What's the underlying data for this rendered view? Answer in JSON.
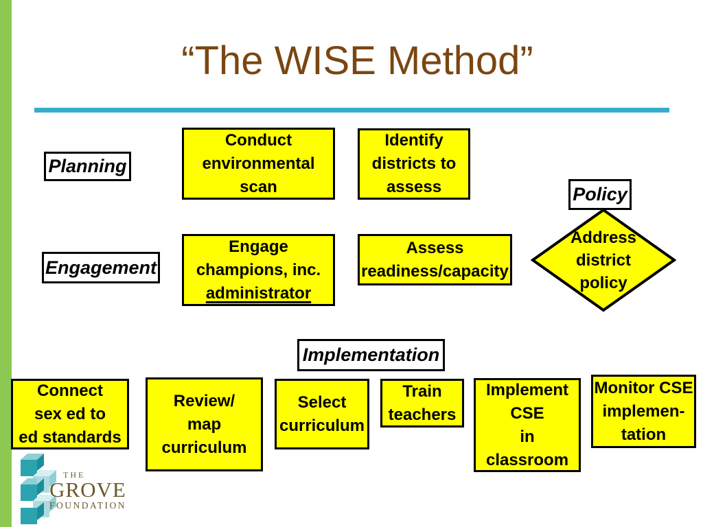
{
  "colors": {
    "accent_green": "#8CC852",
    "accent_teal": "#36AECB",
    "title_brown": "#7A4611",
    "box_yellow": "#FFFF00",
    "border_black": "#000000",
    "logo_teal_dark": "#2BA4AF",
    "logo_teal_light": "#AEDBE0",
    "logo_text": "#6A5A2B"
  },
  "title": "“The WISE Method”",
  "stage_labels": {
    "planning": "Planning",
    "engagement": "Engagement",
    "policy": "Policy",
    "implementation": "Implementation"
  },
  "planning_row": {
    "conduct": "Conduct\nenvironmental\nscan",
    "identify": "Identify\ndistricts to\nassess"
  },
  "engagement_row": {
    "engage_main": "Engage\nchampions, inc.",
    "engage_underlined": "administrator",
    "assess": "Assess\nreadiness/capacity",
    "policy_diamond": "Address\ndistrict\npolicy"
  },
  "implementation_row": [
    {
      "label": "Connect\nsex ed to\ned standards"
    },
    {
      "label": "Review/\nmap\ncurriculum"
    },
    {
      "label": "Select\ncurriculum"
    },
    {
      "label": "Train\nteachers"
    },
    {
      "label": "Implement\nCSE\nin\nclassroom"
    },
    {
      "label": "Monitor CSE\nimplemen-\ntation"
    }
  ],
  "logo": {
    "the": "THE",
    "grove": "GROVE",
    "foundation": "FOUNDATION"
  }
}
